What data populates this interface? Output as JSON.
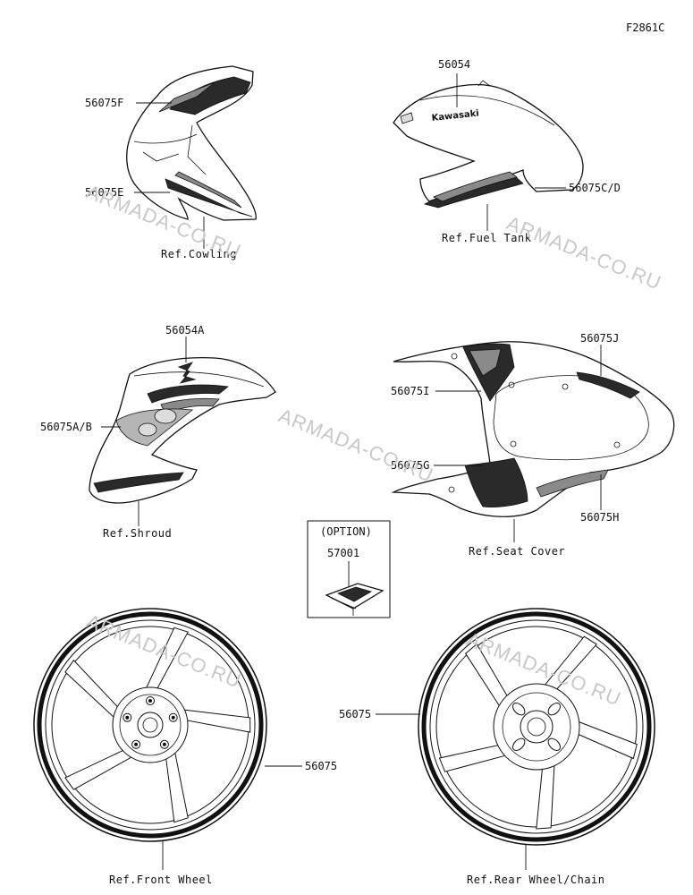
{
  "figure_code": "F2861C",
  "watermark": "ARMADA-CO.RU",
  "groups": {
    "cowling": {
      "part_labels": [
        "56075F",
        "56075E"
      ],
      "ref": "Ref.Cowling"
    },
    "fuel_tank": {
      "part_labels": [
        "56054",
        "56075C/D"
      ],
      "ref": "Ref.Fuel Tank",
      "logo_text": "Kawasaki"
    },
    "shroud": {
      "part_labels": [
        "56054A",
        "56075A/B"
      ],
      "ref": "Ref.Shroud",
      "logo_text": "Z"
    },
    "seat_cover": {
      "part_labels": [
        "56075J",
        "56075I",
        "56075G",
        "56075H"
      ],
      "ref": "Ref.Seat Cover"
    },
    "option": {
      "title": "(OPTION)",
      "part_label": "57001"
    },
    "front_wheel": {
      "part_label": "56075",
      "ref": "Ref.Front Wheel"
    },
    "rear_wheel": {
      "part_label": "56075",
      "ref": "Ref.Rear Wheel/Chain"
    }
  }
}
